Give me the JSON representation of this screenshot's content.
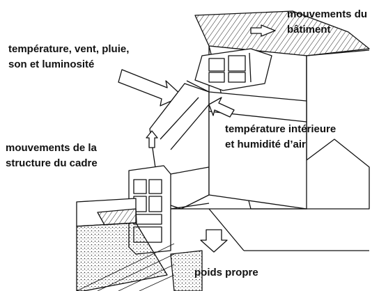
{
  "labels": {
    "building_movements": [
      "mouvements du",
      "bâtiment"
    ],
    "weather": [
      "température, vent, pluie,",
      "son et luminosité"
    ],
    "interior": [
      "température intérieure",
      "et humidité d’air"
    ],
    "frame_movements": [
      "mouvements de la",
      "structure du cadre"
    ],
    "self_weight": [
      "poids propre"
    ]
  },
  "colors": {
    "ink": "#111111",
    "paper": "#ffffff"
  }
}
